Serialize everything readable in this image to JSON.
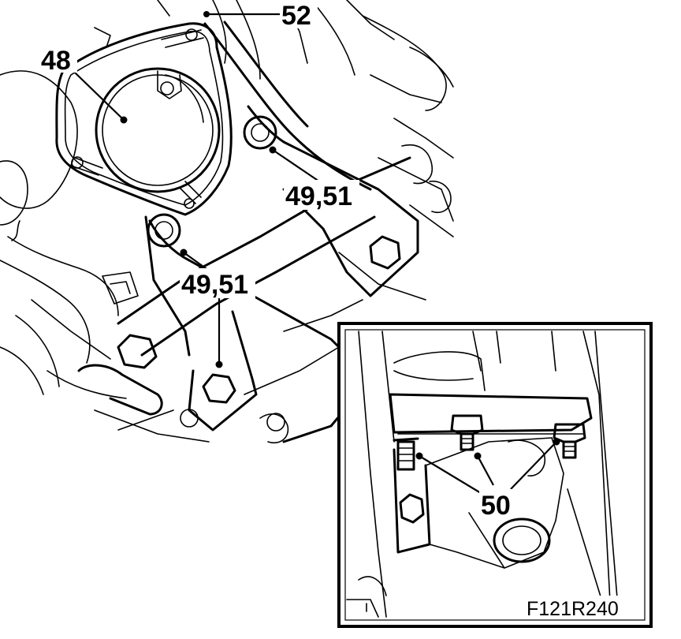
{
  "callouts": {
    "c52": "52",
    "c48": "48",
    "c49_51_upper": "49,51",
    "c49_51_lower": "49,51",
    "c50": "50"
  },
  "figure_ref": "F121R240"
}
